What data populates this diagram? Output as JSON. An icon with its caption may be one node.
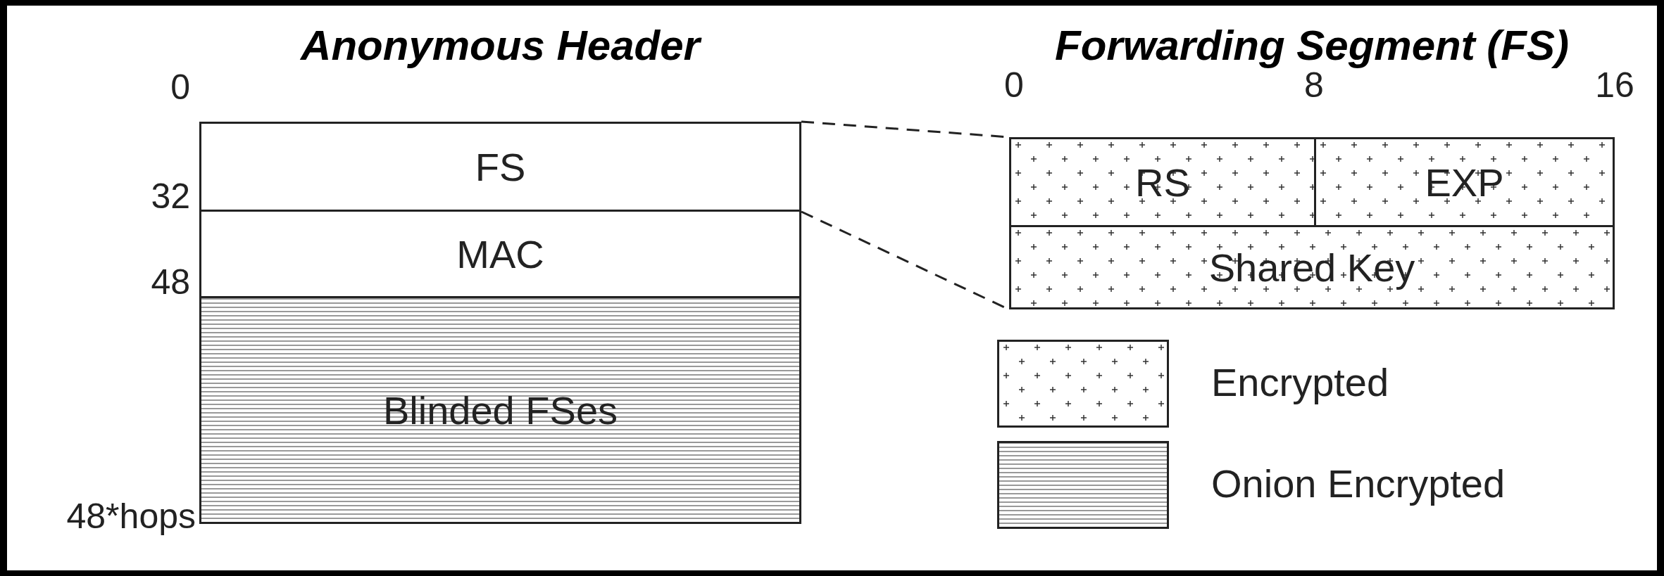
{
  "diagram": {
    "nodes": [
      {
        "text": [
          "Anonymous Header"
        ]
      },
      {
        "text": [
          "FS"
        ],
        "in": 0
      },
      {
        "text": [
          "MAC"
        ],
        "in": 0
      },
      {
        "text": [
          "Blinded FSes"
        ],
        "in": 0
      },
      {
        "text": [
          "Forwarding Segment (FS)"
        ]
      },
      {
        "text": [
          "RS"
        ],
        "in": 4
      },
      {
        "text": [
          "EXP"
        ],
        "in": 4
      },
      {
        "text": [
          "Shared Key"
        ],
        "in": 4
      }
    ],
    "edges": [
      {
        "from": 1,
        "to": 4,
        "arrow": "none",
        "style": "dashed"
      },
      {
        "from": 1,
        "to": 4,
        "arrow": "none",
        "style": "dashed"
      }
    ],
    "labels": [
      "0",
      "32",
      "48",
      "48*hops",
      "0",
      "8",
      "16"
    ],
    "legend": [
      {
        "text": "Encrypted"
      },
      {
        "text": "Onion Encrypted"
      }
    ]
  }
}
